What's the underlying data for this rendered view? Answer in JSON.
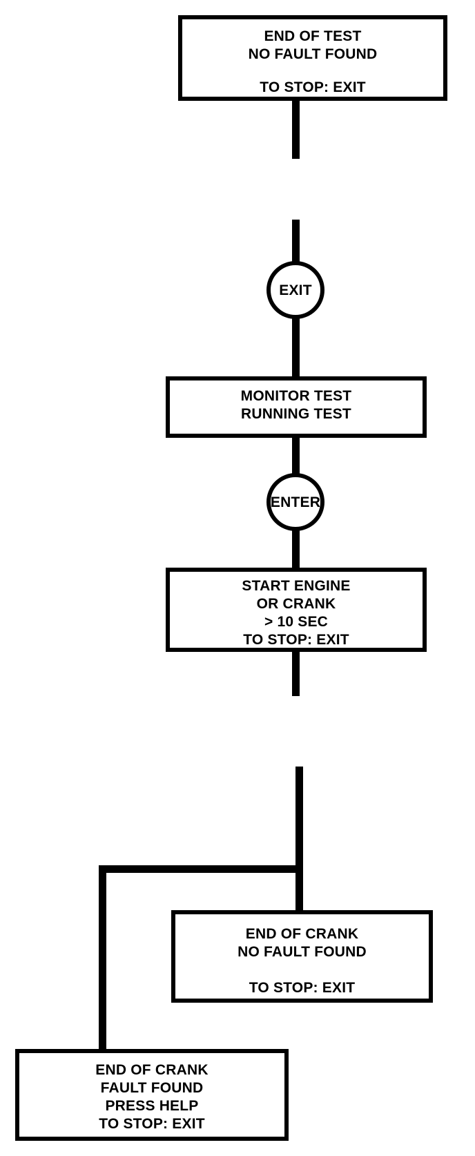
{
  "diagram": {
    "title": "Engine test sequence flowchart",
    "ink_color": "#000000",
    "background_color": "#ffffff",
    "nodes": [
      {
        "id": "end-of-test",
        "lines": [
          "END OF TEST",
          "NO FAULT FOUND",
          "",
          "TO STOP: EXIT"
        ]
      },
      {
        "id": "monitor-test",
        "lines": [
          "MONITOR TEST",
          "RUNNING TEST"
        ]
      },
      {
        "id": "start-engine",
        "lines": [
          "START ENGINE",
          "OR CRANK",
          "> 10 SEC",
          "TO STOP: EXIT"
        ]
      },
      {
        "id": "end-of-crank-no-fault",
        "lines": [
          "END OF CRANK",
          "NO FAULT FOUND",
          "",
          "TO STOP: EXIT"
        ]
      },
      {
        "id": "end-of-crank-fault",
        "lines": [
          "END OF CRANK",
          "FAULT FOUND",
          "PRESS HELP",
          "TO STOP: EXIT"
        ]
      }
    ],
    "gates": [
      {
        "id": "exit-gate",
        "label": "EXIT"
      },
      {
        "id": "enter-gate",
        "label": "ENTER"
      }
    ]
  }
}
